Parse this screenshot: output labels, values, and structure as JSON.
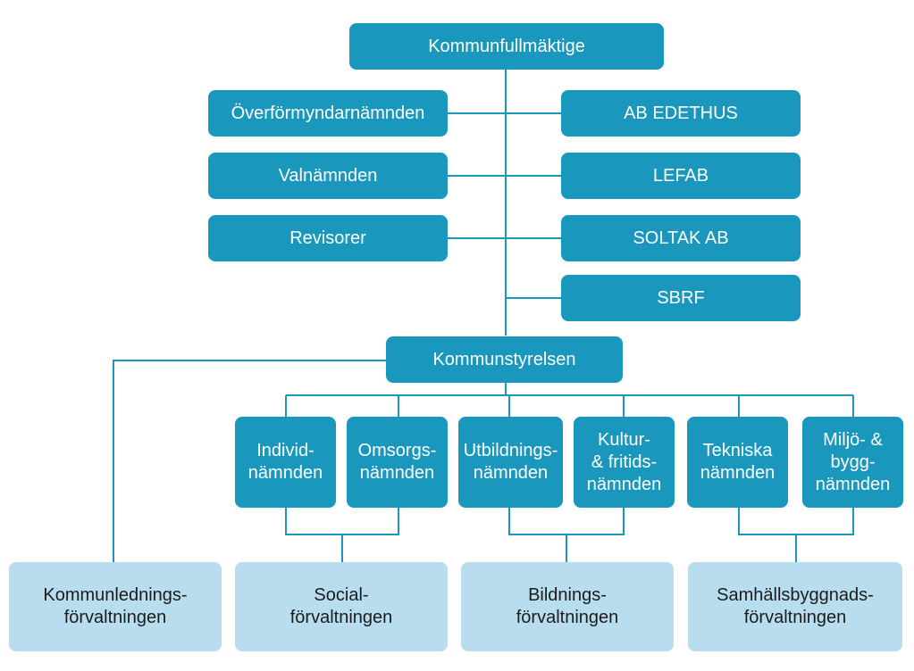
{
  "colors": {
    "dark_box": "#1a97bd",
    "light_box": "#b8ddef",
    "connector": "#1a97bd"
  },
  "top": "Kommunfullmäktige",
  "left_column": [
    "Överförmyndarnämnden",
    "Valnämnden",
    "Revisorer"
  ],
  "right_column": [
    "AB EDETHUS",
    "LEFAB",
    "SOLTAK AB",
    "SBRF"
  ],
  "board": "Kommunstyrelsen",
  "committees": [
    [
      "Individ-",
      "nämnden"
    ],
    [
      "Omsorgs-",
      "nämnden"
    ],
    [
      "Utbildnings-",
      "nämnden"
    ],
    [
      "Kultur-",
      "& fritids-",
      "nämnden"
    ],
    [
      "Tekniska",
      "nämnden"
    ],
    [
      "Miljö- &",
      "bygg-",
      "nämnden"
    ]
  ],
  "administrations": [
    [
      "Kommunlednings-",
      "förvaltningen"
    ],
    [
      "Social-",
      "förvaltningen"
    ],
    [
      "Bildnings-",
      "förvaltningen"
    ],
    [
      "Samhällsbyggnads-",
      "förvaltningen"
    ]
  ]
}
